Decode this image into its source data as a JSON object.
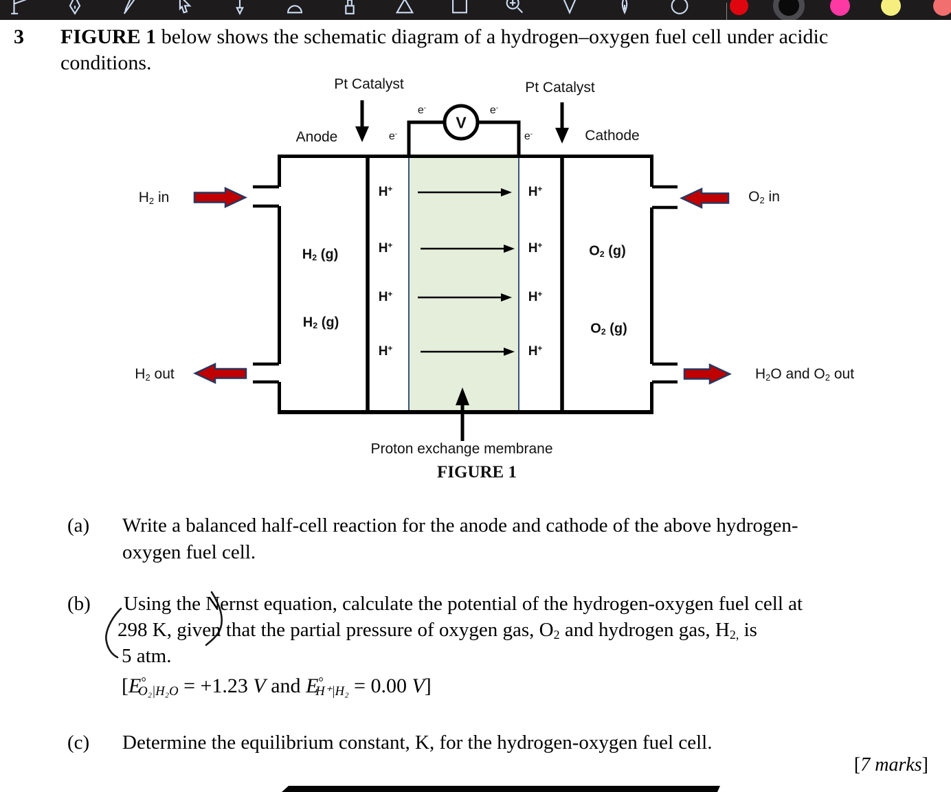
{
  "toolbar": {
    "tools": [
      {
        "name": "flag-tool-icon",
        "glyph": "flag"
      },
      {
        "name": "fountain-pen-icon",
        "glyph": "fountain-pen"
      },
      {
        "name": "ballpoint-pen-icon",
        "glyph": "ballpoint-pen"
      },
      {
        "name": "lasso-select-icon",
        "glyph": "lasso"
      },
      {
        "name": "pencil-icon",
        "glyph": "pencil"
      },
      {
        "name": "eraser-icon",
        "glyph": "eraser"
      },
      {
        "name": "highlighter-icon",
        "glyph": "highlighter"
      },
      {
        "name": "shape-triangle-icon",
        "glyph": "triangle"
      },
      {
        "name": "shape-square-icon",
        "glyph": "square"
      },
      {
        "name": "zoom-tool-icon",
        "glyph": "magnifier"
      },
      {
        "name": "checkmark-tool-icon",
        "glyph": "check"
      },
      {
        "name": "pen-nib-icon",
        "glyph": "pen-nib"
      },
      {
        "name": "shape-ellipse-icon",
        "glyph": "ellipse"
      }
    ],
    "pen_colors": [
      {
        "name": "red-pen-swatch",
        "hex": "#e0060f"
      },
      {
        "name": "black-pen-swatch",
        "hex": "#0a0a0a",
        "ring": "#4a4a4f",
        "selected": true
      },
      {
        "name": "pink-pen-swatch",
        "hex": "#ff39a3"
      },
      {
        "name": "yellow-pen-swatch",
        "hex": "#f6ef7f"
      },
      {
        "name": "coral-pen-swatch",
        "hex": "#f26f6f"
      }
    ]
  },
  "question": {
    "number": "3",
    "line1": [
      {
        "t": "FIGURE 1",
        "b": true
      },
      {
        "t": " below shows the schematic diagram of a hydrogen–oxygen fuel cell under acidic"
      }
    ],
    "line2": "conditions."
  },
  "figure": {
    "pt_catalyst": "Pt Catalyst",
    "anode": "Anode",
    "cathode": "Cathode",
    "voltmeter": "V",
    "e_minus": [
      {
        "t": "e"
      },
      {
        "t": "-",
        "sup": true
      }
    ],
    "h_plus": [
      {
        "t": "H"
      },
      {
        "t": "+",
        "sup": true
      }
    ],
    "h2_g": [
      {
        "t": "H"
      },
      {
        "t": "2",
        "sub": true
      },
      {
        "t": " (g)"
      }
    ],
    "o2_g": [
      {
        "t": "O"
      },
      {
        "t": "2",
        "sub": true
      },
      {
        "t": " (g)"
      }
    ],
    "h2_in": [
      {
        "t": "H"
      },
      {
        "t": "2",
        "sub": true
      },
      {
        "t": " in"
      }
    ],
    "h2_out": [
      {
        "t": "H"
      },
      {
        "t": "2",
        "sub": true
      },
      {
        "t": " out"
      }
    ],
    "o2_in": [
      {
        "t": "O"
      },
      {
        "t": "2",
        "sub": true
      },
      {
        "t": " in"
      }
    ],
    "h2o_o2_out": [
      {
        "t": "H"
      },
      {
        "t": "2",
        "sub": true
      },
      {
        "t": "O and O"
      },
      {
        "t": "2",
        "sub": true
      },
      {
        "t": " out"
      }
    ],
    "membrane_label": "Proton exchange membrane",
    "caption": "FIGURE 1",
    "colors": {
      "membrane_fill": "#e4eedb",
      "membrane_border": "#24406b",
      "flow_arrow_fill": "#c00000",
      "flow_arrow_outline": "#28375f"
    }
  },
  "parts": {
    "a": {
      "label": "(a)",
      "line1": "Write a balanced half-cell reaction for the anode and cathode of the above hydrogen-",
      "line2": "oxygen fuel cell."
    },
    "b": {
      "label": "(b)",
      "line1": "Using the Nernst equation, calculate the potential of the hydrogen-oxygen fuel cell at",
      "line2": [
        {
          "t": "298 K, given that the partial pressure of oxygen gas, O"
        },
        {
          "t": "2",
          "sub": true
        },
        {
          "t": " and hydrogen gas, H"
        },
        {
          "t": "2,",
          "sub": true
        },
        {
          "t": " is"
        }
      ],
      "line3": "5 atm.",
      "formula": [
        {
          "t": "["
        },
        {
          "t": "E",
          "i": true
        },
        {
          "t": "°",
          "sup": true,
          "stack": true
        },
        {
          "t": "O₂|H₂O",
          "sub": true,
          "i": true
        },
        {
          "t": " = +1.23 "
        },
        {
          "t": "V",
          "i": true
        },
        {
          "t": " and "
        },
        {
          "t": "E",
          "i": true
        },
        {
          "t": "°",
          "sup": true,
          "stack": true
        },
        {
          "t": "H⁺|H₂",
          "sub": true,
          "i": true
        },
        {
          "t": " = 0.00 "
        },
        {
          "t": "V",
          "i": true
        },
        {
          "t": "]"
        }
      ]
    },
    "c": {
      "label": "(c)",
      "line1": "Determine the equilibrium constant, K, for the hydrogen-oxygen fuel cell."
    },
    "marks": [
      {
        "t": "["
      },
      {
        "t": "7 marks",
        "i": true
      },
      {
        "t": "]"
      }
    ]
  }
}
